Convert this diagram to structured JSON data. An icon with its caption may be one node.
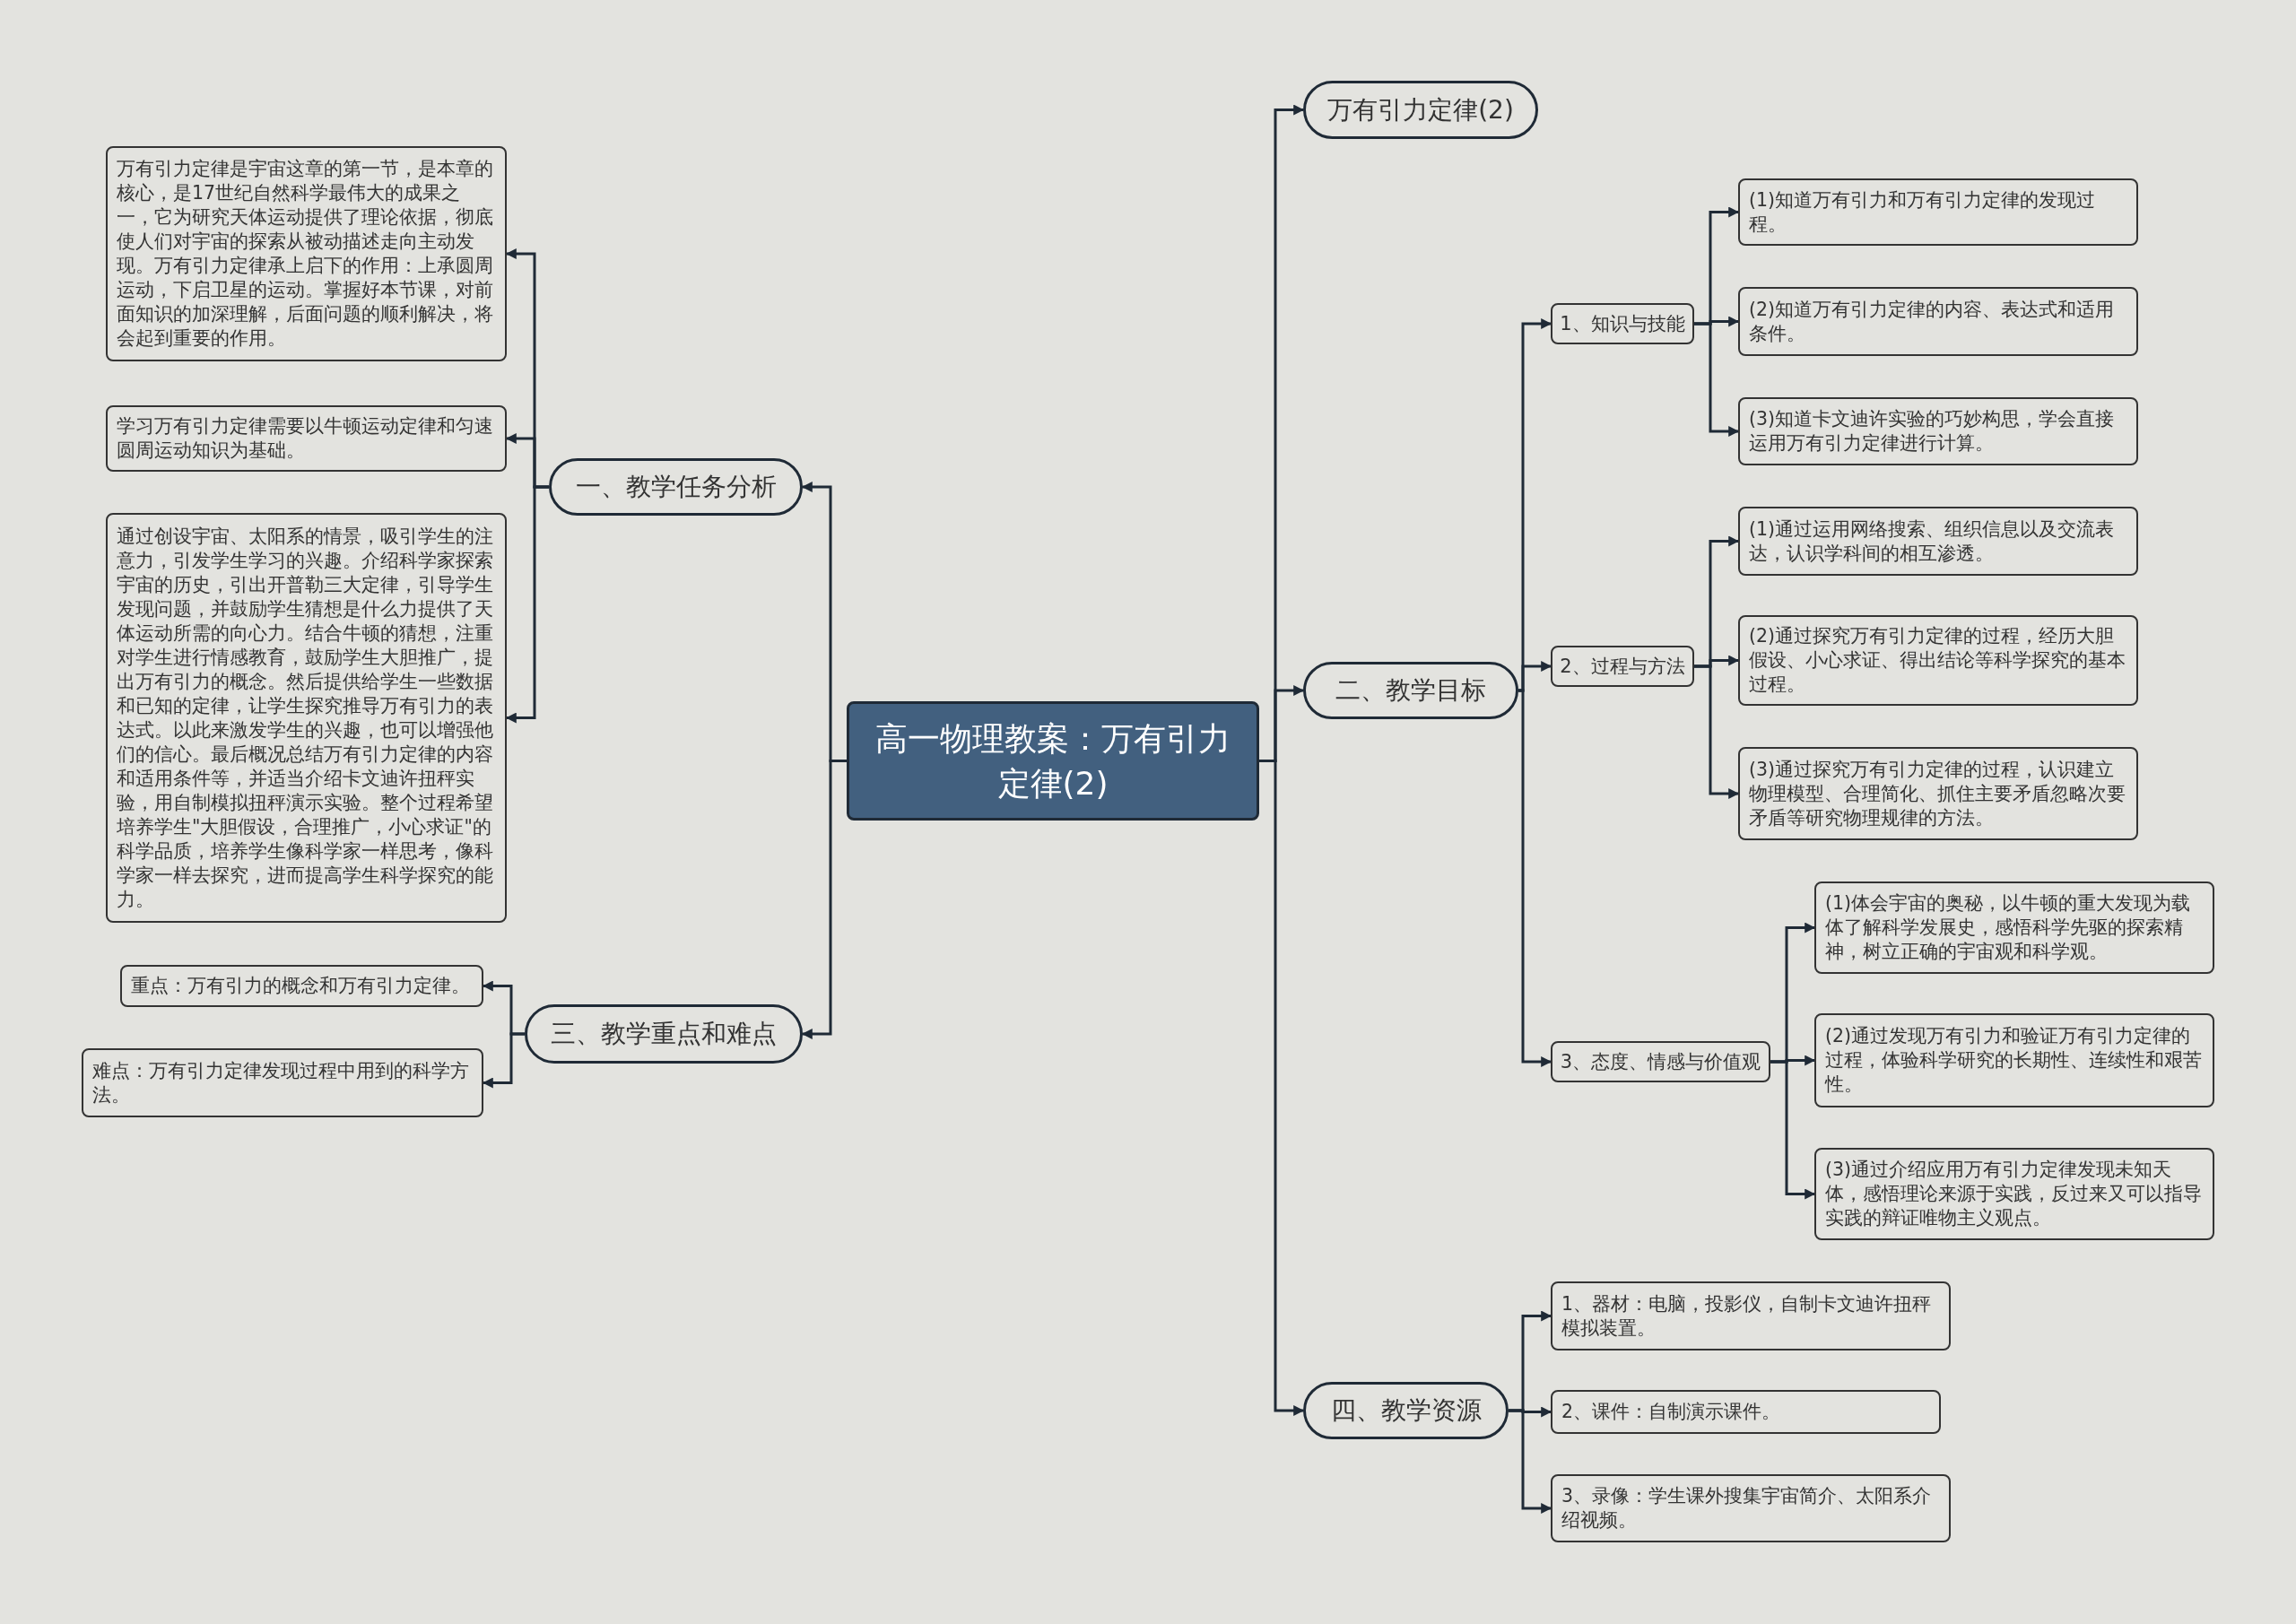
{
  "diagram": {
    "nodes": [
      {
        "text": [
          "高一物理教案：万有引力定律(2)"
        ]
      },
      {
        "text": [
          "万有引力定律(2)"
        ]
      },
      {
        "text": [
          "二、教学目标"
        ]
      },
      {
        "text": [
          "1、知识与技能"
        ]
      },
      {
        "text": [
          "(1)知道万有引力和万有引力定律的发现过程。"
        ]
      },
      {
        "text": [
          "(2)知道万有引力定律的内容、表达式和适用条件。"
        ]
      },
      {
        "text": [
          "(3)知道卡文迪许实验的巧妙构思，学会直接运用万有引力定律进行计算。"
        ]
      },
      {
        "text": [
          "2、过程与方法"
        ]
      },
      {
        "text": [
          "(1)通过运用网络搜索、组织信息以及交流表达，认识学科间的相互渗透。"
        ]
      },
      {
        "text": [
          "(2)通过探究万有引力定律的过程，经历大胆假设、小心求证、得出结论等科学探究的基本过程。"
        ]
      },
      {
        "text": [
          "(3)通过探究万有引力定律的过程，认识建立物理模型、合理简化、抓住主要矛盾忽略次要矛盾等研究物理规律的方法。"
        ]
      },
      {
        "text": [
          "3、态度、情感与价值观"
        ]
      },
      {
        "text": [
          "(1)体会宇宙的奥秘，以牛顿的重大发现为载体了解科学发展史，感悟科学先驱的探索精神，树立正确的宇宙观和科学观。"
        ]
      },
      {
        "text": [
          "(2)通过发现万有引力和验证万有引力定律的过程，体验科学研究的长期性、连续性和艰苦性。"
        ]
      },
      {
        "text": [
          "(3)通过介绍应用万有引力定律发现未知天体，感悟理论来源于实践，反过来又可以指导实践的辩证唯物主义观点。"
        ]
      },
      {
        "text": [
          "四、教学资源"
        ]
      },
      {
        "text": [
          "1、器材：电脑，投影仪，自制卡文迪许扭秤模拟装置。"
        ]
      },
      {
        "text": [
          "2、课件：自制演示课件。"
        ]
      },
      {
        "text": [
          "3、录像：学生课外搜集宇宙简介、太阳系介绍视频。"
        ]
      },
      {
        "text": [
          "一、教学任务分析"
        ]
      },
      {
        "text": [
          "万有引力定律是宇宙这章的第一节，是本章的核心，是17世纪自然科学最伟大的成果之一，它为研究天体运动提供了理论依据，彻底使人们对宇宙的探索从被动描述走向主动发现。万有引力定律承上启下的作用：上承圆周运动，下启卫星的运动。掌握好本节课，对前面知识的加深理解，后面问题的顺利解决，将会起到重要的作用。"
        ]
      },
      {
        "text": [
          "学习万有引力定律需要以牛顿运动定律和匀速圆周运动知识为基础。"
        ]
      },
      {
        "text": [
          "通过创设宇宙、太阳系的情景，吸引学生的注意力，引发学生学习的兴趣。介绍科学家探索宇宙的历史，引出开普勒三大定律，引导学生发现问题，并鼓励学生猜想是什么力提供了天体运动所需的向心力。结合牛顿的猜想，注重对学生进行情感教育，鼓励学生大胆推广，提出万有引力的概念。然后提供给学生一些数据和已知的定律，让学生探究推导万有引力的表达式。以此来激发学生的兴趣，也可以增强他们的信心。最后概况总结万有引力定律的内容和适用条件等，并适当介绍卡文迪许扭秤实验，用自制模拟扭秤演示实验。整个过程希望培养学生\"大胆假设，合理推广，小心求证\"的科学品质，培养学生像科学家一样思考，像科学家一样去探究，进而提高学生科学探究的能力。"
        ]
      },
      {
        "text": [
          "三、教学重点和难点"
        ]
      },
      {
        "text": [
          "重点：万有引力的概念和万有引力定律。"
        ]
      },
      {
        "text": [
          "难点：万有引力定律发现过程中用到的科学方法。"
        ]
      }
    ],
    "edges": [
      {
        "from": 0,
        "to": 1,
        "arrow": "to"
      },
      {
        "from": 0,
        "to": 2,
        "arrow": "to"
      },
      {
        "from": 2,
        "to": 3,
        "arrow": "to"
      },
      {
        "from": 3,
        "to": 4,
        "arrow": "to"
      },
      {
        "from": 3,
        "to": 5,
        "arrow": "to"
      },
      {
        "from": 3,
        "to": 6,
        "arrow": "to"
      },
      {
        "from": 2,
        "to": 7,
        "arrow": "to"
      },
      {
        "from": 7,
        "to": 8,
        "arrow": "to"
      },
      {
        "from": 7,
        "to": 9,
        "arrow": "to"
      },
      {
        "from": 7,
        "to": 10,
        "arrow": "to"
      },
      {
        "from": 2,
        "to": 11,
        "arrow": "to"
      },
      {
        "from": 11,
        "to": 12,
        "arrow": "to"
      },
      {
        "from": 11,
        "to": 13,
        "arrow": "to"
      },
      {
        "from": 11,
        "to": 14,
        "arrow": "to"
      },
      {
        "from": 0,
        "to": 15,
        "arrow": "to"
      },
      {
        "from": 15,
        "to": 16,
        "arrow": "to"
      },
      {
        "from": 15,
        "to": 17,
        "arrow": "to"
      },
      {
        "from": 15,
        "to": 18,
        "arrow": "to"
      },
      {
        "from": 0,
        "to": 19,
        "arrow": "to"
      },
      {
        "from": 19,
        "to": 20,
        "arrow": "to"
      },
      {
        "from": 19,
        "to": 21,
        "arrow": "to"
      },
      {
        "from": 19,
        "to": 22,
        "arrow": "to"
      },
      {
        "from": 0,
        "to": 23,
        "arrow": "to"
      },
      {
        "from": 23,
        "to": 24,
        "arrow": "to"
      },
      {
        "from": 23,
        "to": 25,
        "arrow": "to"
      }
    ]
  }
}
